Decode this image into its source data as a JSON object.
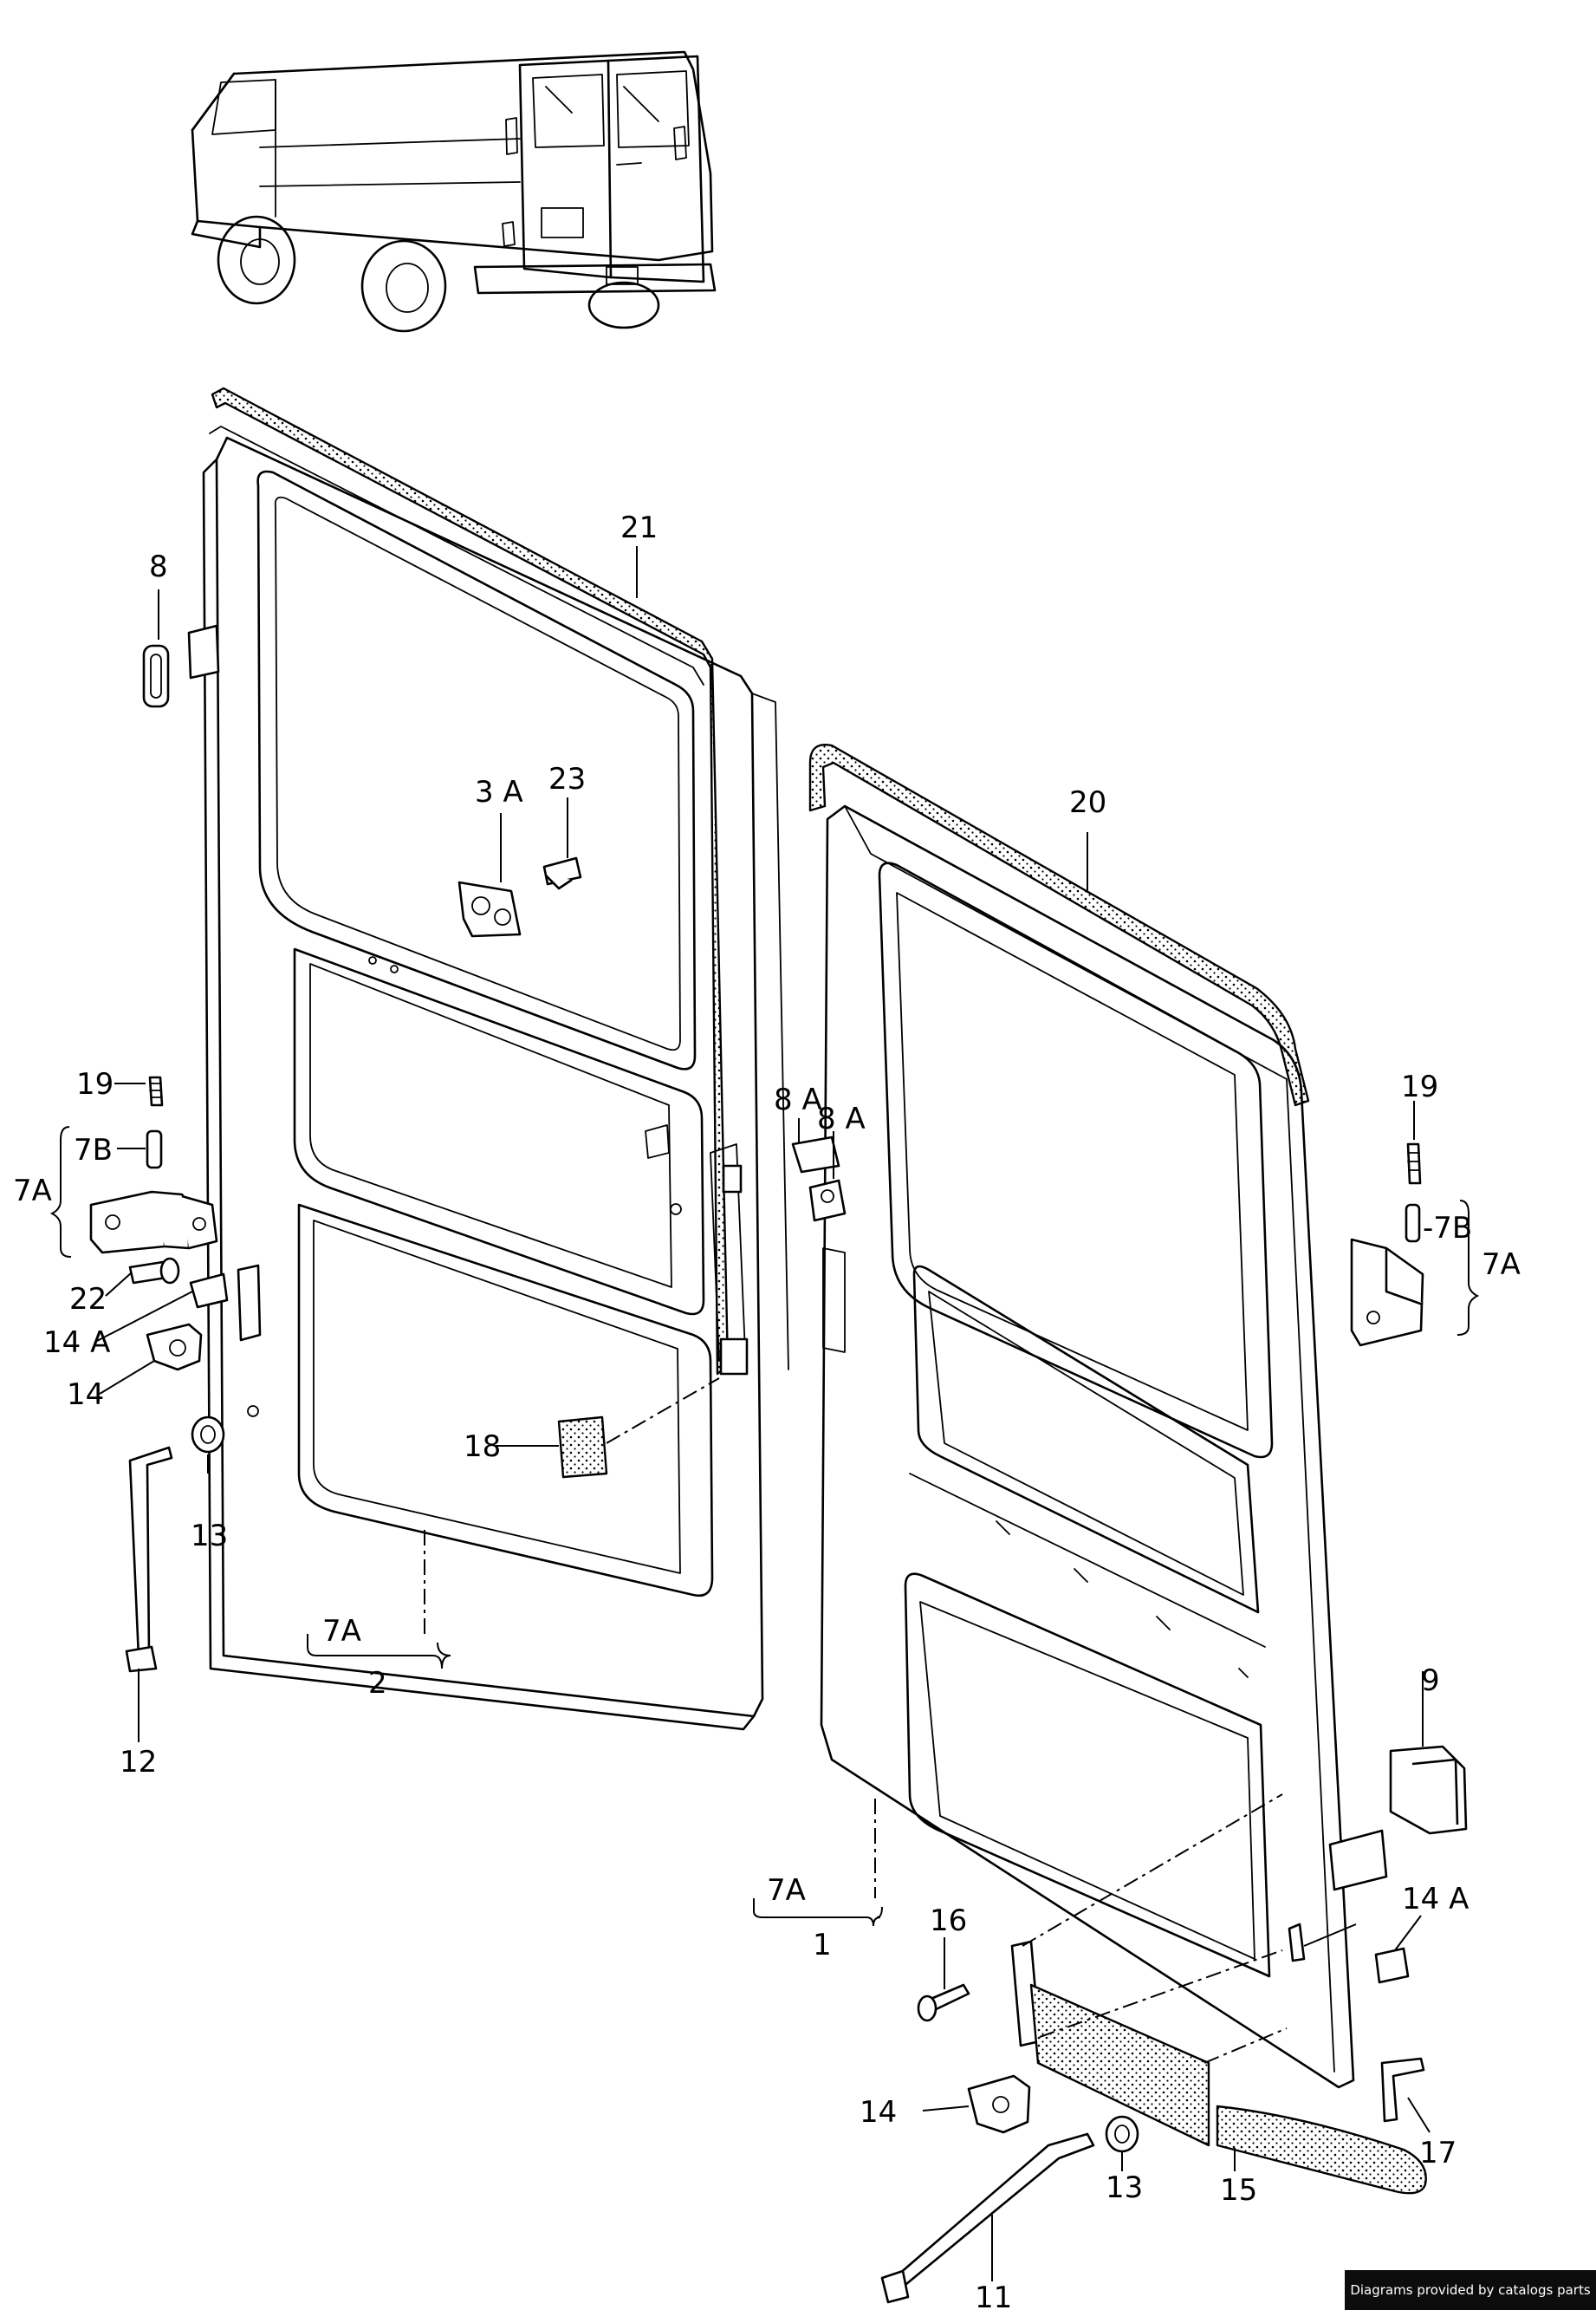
{
  "callouts": {
    "c21": "21",
    "c20": "20",
    "c8": "8",
    "c3a": "3 A",
    "c23": "23",
    "c19l": "19",
    "c7bl": "7B",
    "c7al": "7A",
    "c22": "22",
    "c14al": "14 A",
    "c14l": "14",
    "c13l": "13",
    "c12": "12",
    "c18": "18",
    "c7a2": "7A",
    "c2": "2",
    "c8a1": "8 A",
    "c8a2": "8 A",
    "c19r": "19",
    "c7br": "-7B",
    "c7ar": "7A",
    "c9": "9",
    "c14ar": "14 A",
    "c16": "16",
    "c14r": "14",
    "c13r": "13",
    "c11": "11",
    "c15": "15",
    "c17": "17",
    "c7a1": "7A",
    "c1": "1"
  },
  "watermark": "Diagrams provided by catalogs parts"
}
